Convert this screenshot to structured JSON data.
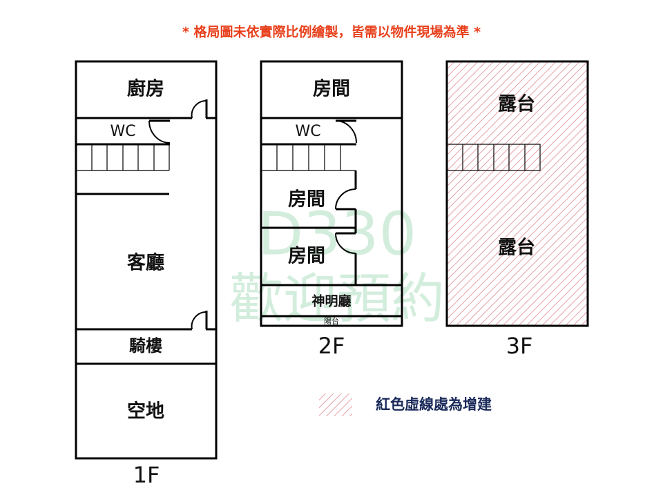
{
  "notice": "* 格局圖未依實際比例繪製，皆需以物件現場為準 *",
  "colors": {
    "notice": "#e8401c",
    "extension_hatch": "#e8a0a8",
    "watermark": "#9fd8b4"
  },
  "watermark": {
    "line1": "D330",
    "line2": "歡迎預約"
  },
  "floor1": {
    "label": "1F",
    "rooms": [
      "廚房",
      "WC",
      "客廳",
      "騎樓",
      "空地"
    ]
  },
  "floor2": {
    "label": "2F",
    "rooms": [
      "房間",
      "WC",
      "房間",
      "房間",
      "神明廳",
      "陽台"
    ]
  },
  "floor3": {
    "label": "3F",
    "rooms": [
      "露台",
      "露台"
    ]
  },
  "legend": {
    "text": "紅色虛線處為增建"
  }
}
